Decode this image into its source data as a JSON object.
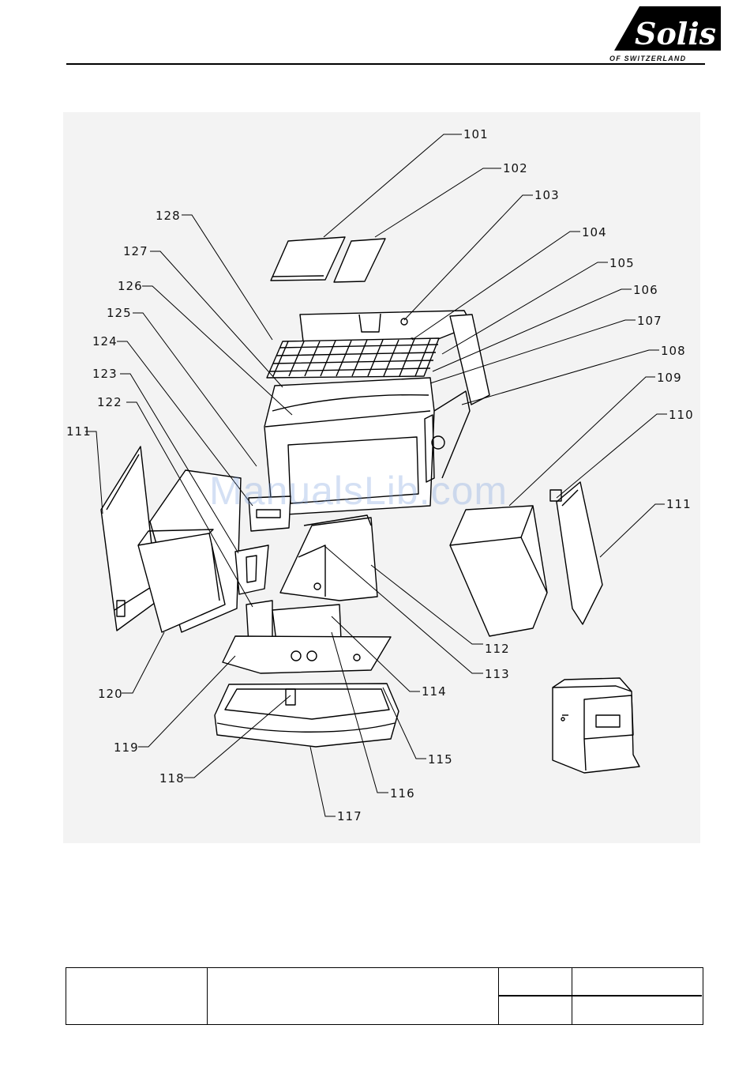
{
  "brand": {
    "logo_text": "Solis",
    "tagline": "OF SWITZERLAND"
  },
  "watermark": "ManualsLib.com",
  "part_labels": {
    "p101": "101",
    "p102": "102",
    "p103": "103",
    "p104": "104",
    "p105": "105",
    "p106": "106",
    "p107": "107",
    "p108": "108",
    "p109": "109",
    "p110": "110",
    "p111_right": "111",
    "p111_left": "111",
    "p112": "112",
    "p113": "113",
    "p114": "114",
    "p115": "115",
    "p116": "116",
    "p117": "117",
    "p118": "118",
    "p119": "119",
    "p120": "120",
    "p122": "122",
    "p123": "123",
    "p124": "124",
    "p125": "125",
    "p126": "126",
    "p127": "127",
    "p128": "128"
  },
  "title_block": {
    "cell_1": "",
    "cell_2": "",
    "cell_3_top": "",
    "cell_3_bottom": "",
    "cell_4_top": "",
    "cell_4_bottom": ""
  }
}
